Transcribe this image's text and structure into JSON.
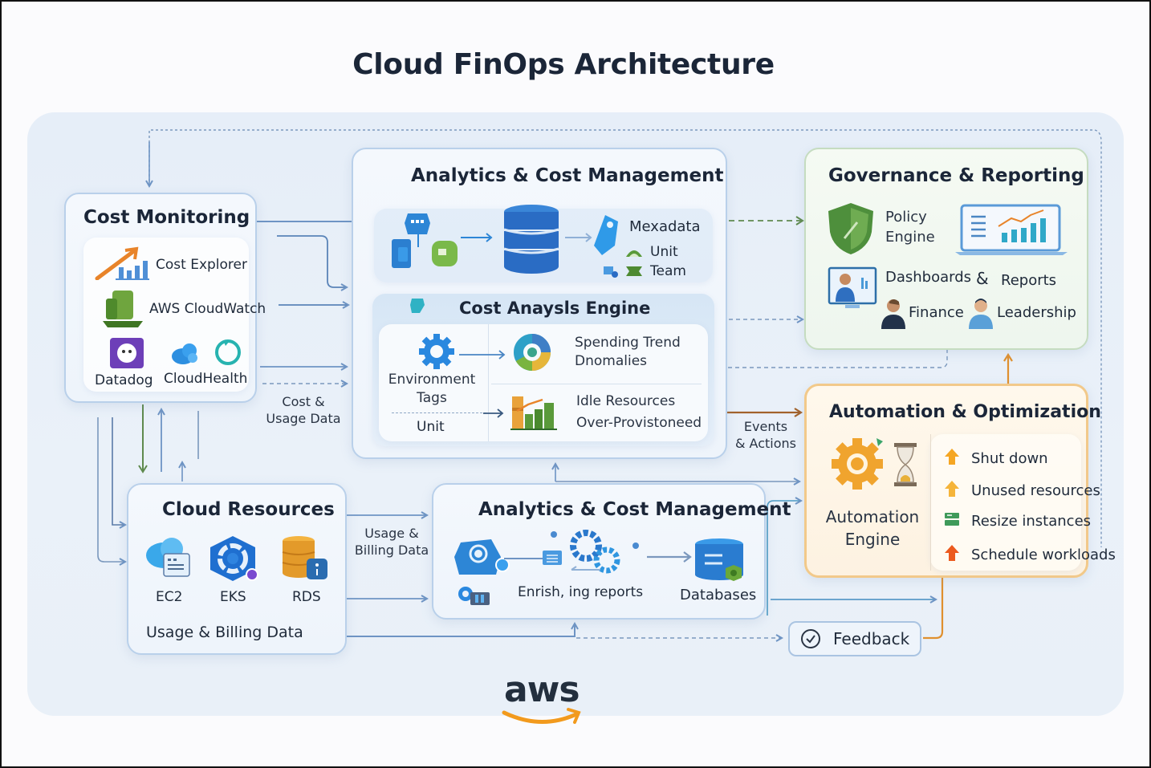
{
  "title": "Cloud FinOps Architecture",
  "colors": {
    "blue_line": "#6e94c4",
    "green_line": "#5f8a4e",
    "orange_line": "#d98a2b",
    "brown_arrow": "#a2622b",
    "title_text": "#1b2638"
  },
  "cost_monitoring": {
    "title": "Cost Monitoring",
    "tools": [
      {
        "label": "Cost Explorer",
        "icon": "cost-explorer-chart-icon"
      },
      {
        "label": "AWS CloudWatch",
        "icon": "cloudwatch-server-icon"
      },
      {
        "label": "Datadog",
        "icon": "datadog-dog-icon"
      },
      {
        "label": "CloudHealth",
        "icon": "cloudhealth-cloud-icon"
      }
    ]
  },
  "connector_labels": {
    "cost_usage": [
      "Cost &",
      "Usage Data"
    ],
    "usage_billing": [
      "Usage &",
      "Billing Data"
    ],
    "events_actions": [
      "Events",
      "& Actions"
    ]
  },
  "analytics_top": {
    "title": "Analytics & Cost Management",
    "metadata": {
      "label": "Mexadata",
      "items": [
        "Unit",
        "Team"
      ]
    },
    "engine": {
      "title": "Cost Anaysls Engine",
      "left": {
        "label": [
          "Environment",
          "Tags"
        ],
        "sub": "Unit"
      },
      "rows": [
        {
          "lines": [
            "Spending Trend",
            "Dnomalies"
          ],
          "icon": "donut-chart-icon"
        },
        {
          "lines": [
            "Idle Resources",
            "Over-Provistoneed"
          ],
          "icon": "bar-growth-chart-icon"
        }
      ]
    }
  },
  "governance": {
    "title": "Governance & Reporting",
    "policy": [
      "Policy",
      "Engine"
    ],
    "dashboards": "Dashboards",
    "amp": "&",
    "reports": "Reports",
    "roles": [
      "Finance",
      "Leadership"
    ]
  },
  "automation": {
    "title": "Automation & Optimization",
    "engine": [
      "Automation",
      "Engine"
    ],
    "actions": [
      {
        "label": "Shut down",
        "icon": "up-arrow-icon",
        "color": "#f5a623"
      },
      {
        "label": "Unused resources",
        "icon": "up-arrow-icon",
        "color": "#f5b43a"
      },
      {
        "label": "Resize instances",
        "icon": "resize-icon",
        "color": "#3f9a5a"
      },
      {
        "label": "Schedule workloads",
        "icon": "up-arrow-icon",
        "color": "#ec5a1e"
      }
    ]
  },
  "cloud_resources": {
    "title": "Cloud Resources",
    "services": [
      "EC2",
      "EKS",
      "RDS"
    ],
    "footer": "Usage & Billing Data"
  },
  "analytics_bottom": {
    "title": "Analytics & Cost Management",
    "enrich": "Enrish, ing reports",
    "databases": "Databases"
  },
  "feedback": {
    "label": "Feedback"
  },
  "logo": {
    "text": "aws"
  }
}
